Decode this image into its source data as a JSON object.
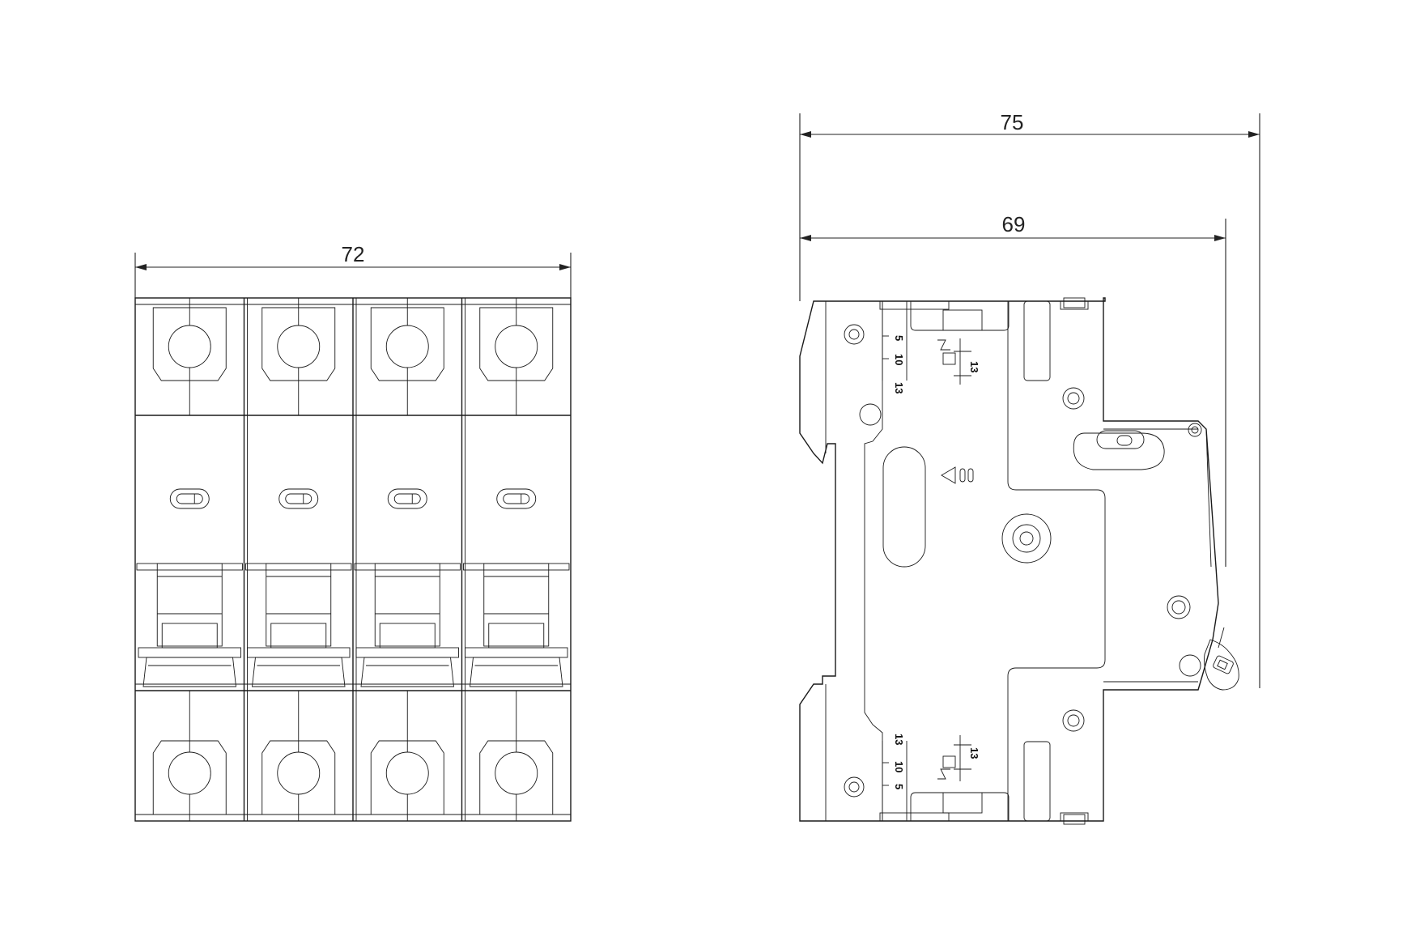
{
  "front_view": {
    "width_dim": "72",
    "poles": 4
  },
  "side_view": {
    "overall_dim": "75",
    "body_dim": "69",
    "scale_top": [
      "5",
      "10",
      "13"
    ],
    "scale_top_mark": "13",
    "scale_bottom": [
      "13",
      "10",
      "5"
    ],
    "scale_bottom_mark": "13"
  }
}
